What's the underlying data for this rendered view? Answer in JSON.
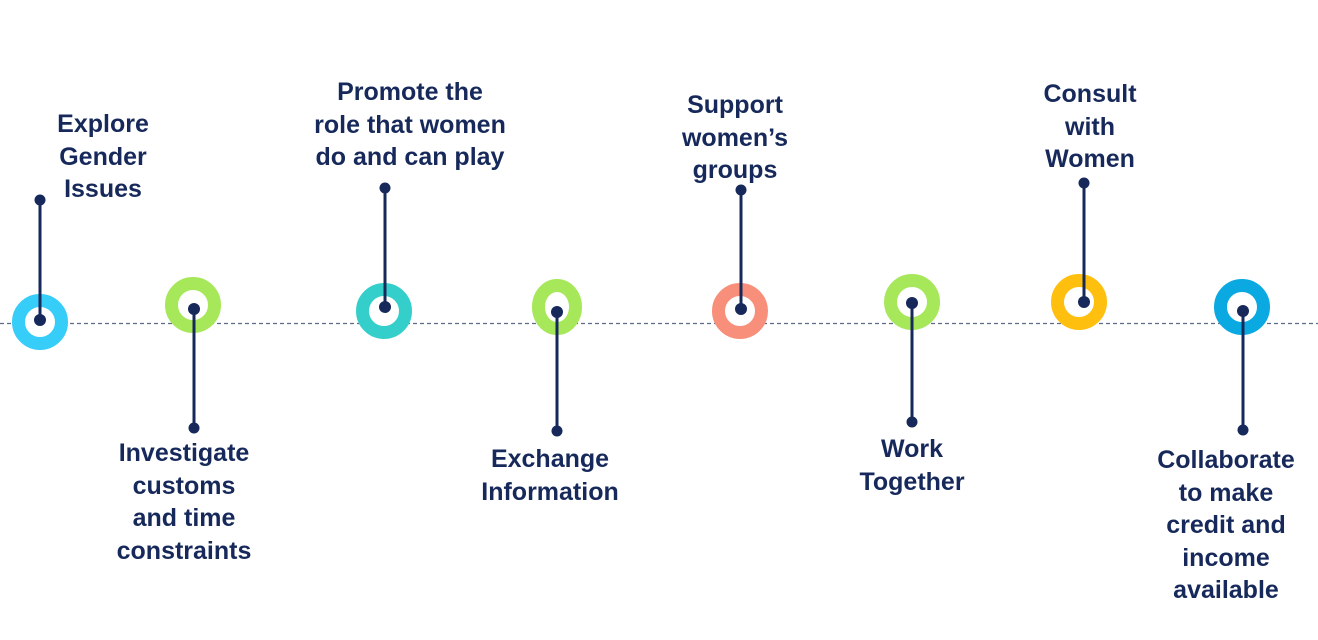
{
  "diagram": {
    "type": "timeline",
    "axis_style": "dashed-horizontal",
    "colors": {
      "text": "#16295A",
      "stem": "#16295A",
      "axis": "#5C6B8C"
    },
    "steps": [
      {
        "id": "explore-gender-issues",
        "label": "Explore\nGender\nIssues",
        "ring_color": "#36CDF9",
        "direction": "up"
      },
      {
        "id": "investigate-customs",
        "label": "Investigate\ncustoms\nand time\nconstraints",
        "ring_color": "#A6E85A",
        "direction": "down"
      },
      {
        "id": "promote-role",
        "label": "Promote the\nrole that women\ndo and can play",
        "ring_color": "#35CFCB",
        "direction": "up"
      },
      {
        "id": "exchange-information",
        "label": "Exchange\nInformation",
        "ring_color": "#A6E85A",
        "direction": "down"
      },
      {
        "id": "support-womens-groups",
        "label": "Support\nwomen’s\ngroups",
        "ring_color": "#F78F7A",
        "direction": "up"
      },
      {
        "id": "work-together",
        "label": "Work\nTogether",
        "ring_color": "#A6E85A",
        "direction": "down"
      },
      {
        "id": "consult-with-women",
        "label": "Consult\nwith\nWomen",
        "ring_color": "#FFBF0F",
        "direction": "up"
      },
      {
        "id": "collaborate-credit-income",
        "label": "Collaborate\nto make\ncredit and\nincome\navailable",
        "ring_color": "#0BA9E1",
        "direction": "down"
      }
    ]
  }
}
